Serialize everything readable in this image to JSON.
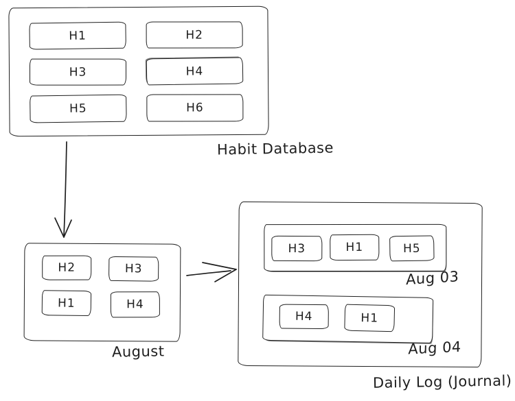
{
  "colors": {
    "ink": "#1e1e1e",
    "background": "#ffffff"
  },
  "habit_database": {
    "label": "Habit Database",
    "habits": [
      "H1",
      "H2",
      "H3",
      "H4",
      "H5",
      "H6"
    ]
  },
  "august": {
    "label": "August",
    "habits": [
      "H2",
      "H3",
      "H1",
      "H4"
    ]
  },
  "daily_log": {
    "label": "Daily Log (Journal)",
    "days": [
      {
        "label": "Aug 03",
        "habits": [
          "H3",
          "H1",
          "H5"
        ]
      },
      {
        "label": "Aug 04",
        "habits": [
          "H4",
          "H1"
        ]
      }
    ]
  },
  "arrows": [
    {
      "name": "habit-database-to-august",
      "direction": "down"
    },
    {
      "name": "august-to-daily-log",
      "direction": "right"
    }
  ]
}
